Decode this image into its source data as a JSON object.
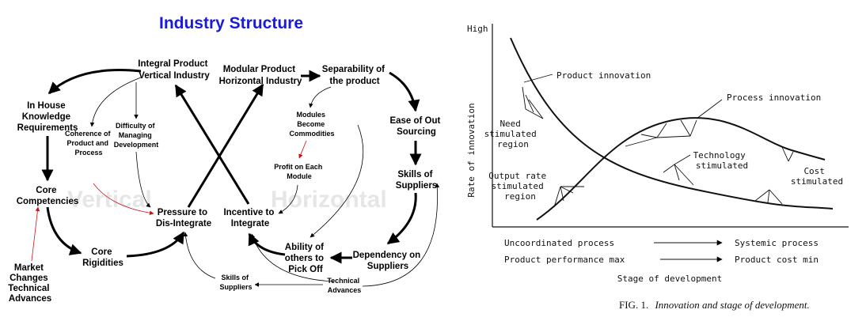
{
  "left": {
    "title": "Industry Structure",
    "title_color": "#1a1adb",
    "arrow_accent_color": "#cc1111",
    "watermarks": [
      "Vertical",
      "Horizontal"
    ],
    "nodes": {
      "integral": [
        "Integral Product",
        "Vertical Industry"
      ],
      "modular": [
        "Modular Product",
        "Horizontal Industry"
      ],
      "separability": [
        "Separability of",
        "the product"
      ],
      "in_house": [
        "In House",
        "Knowledge",
        "Requirements"
      ],
      "difficulty": [
        "Difficulty of",
        "Managing",
        "Development"
      ],
      "coherence": [
        "Coherence of",
        "Product and",
        "Process"
      ],
      "modules": [
        "Modules",
        "Become",
        "Commodities"
      ],
      "profit": [
        "Profit on Each",
        "Module"
      ],
      "ease": [
        "Ease of Out",
        "Sourcing"
      ],
      "skills_suppliers": [
        "Skills of",
        "Suppliers"
      ],
      "core_comp": [
        "Core",
        "Competencies"
      ],
      "pressure": [
        "Pressure to",
        "Dis-Integrate"
      ],
      "incentive": [
        "Incentive to",
        "Integrate"
      ],
      "core_rig": [
        "Core",
        "Rigidities"
      ],
      "ability": [
        "Ability of",
        "others to",
        "Pick Off"
      ],
      "dependency": [
        "Dependency on",
        "Suppliers"
      ],
      "market": [
        "Market",
        "Changes",
        "Technical",
        "Advances"
      ],
      "skills_small": [
        "Skills of",
        "Suppliers"
      ],
      "tech_adv": [
        "Technical",
        "Advances"
      ]
    }
  },
  "right": {
    "y_high": "High",
    "y_label": "Rate  of  innovation",
    "curve_labels": {
      "product": "Product  innovation",
      "process": "Process  innovation",
      "need": [
        "Need",
        "stimulated",
        "region"
      ],
      "technology": [
        "Technology",
        "stimulated"
      ],
      "output": [
        "Output rate",
        "stimulated",
        "region"
      ],
      "cost": [
        "Cost",
        "stimulated"
      ]
    },
    "axis_rows": [
      {
        "left": "Uncoordinated  process",
        "right": "Systemic  process"
      },
      {
        "left": "Product  performance  max",
        "right": "Product  cost  min"
      }
    ],
    "x_label": "Stage  of  development",
    "caption_prefix": "FIG. 1.",
    "caption_text": "Innovation and stage of development."
  }
}
